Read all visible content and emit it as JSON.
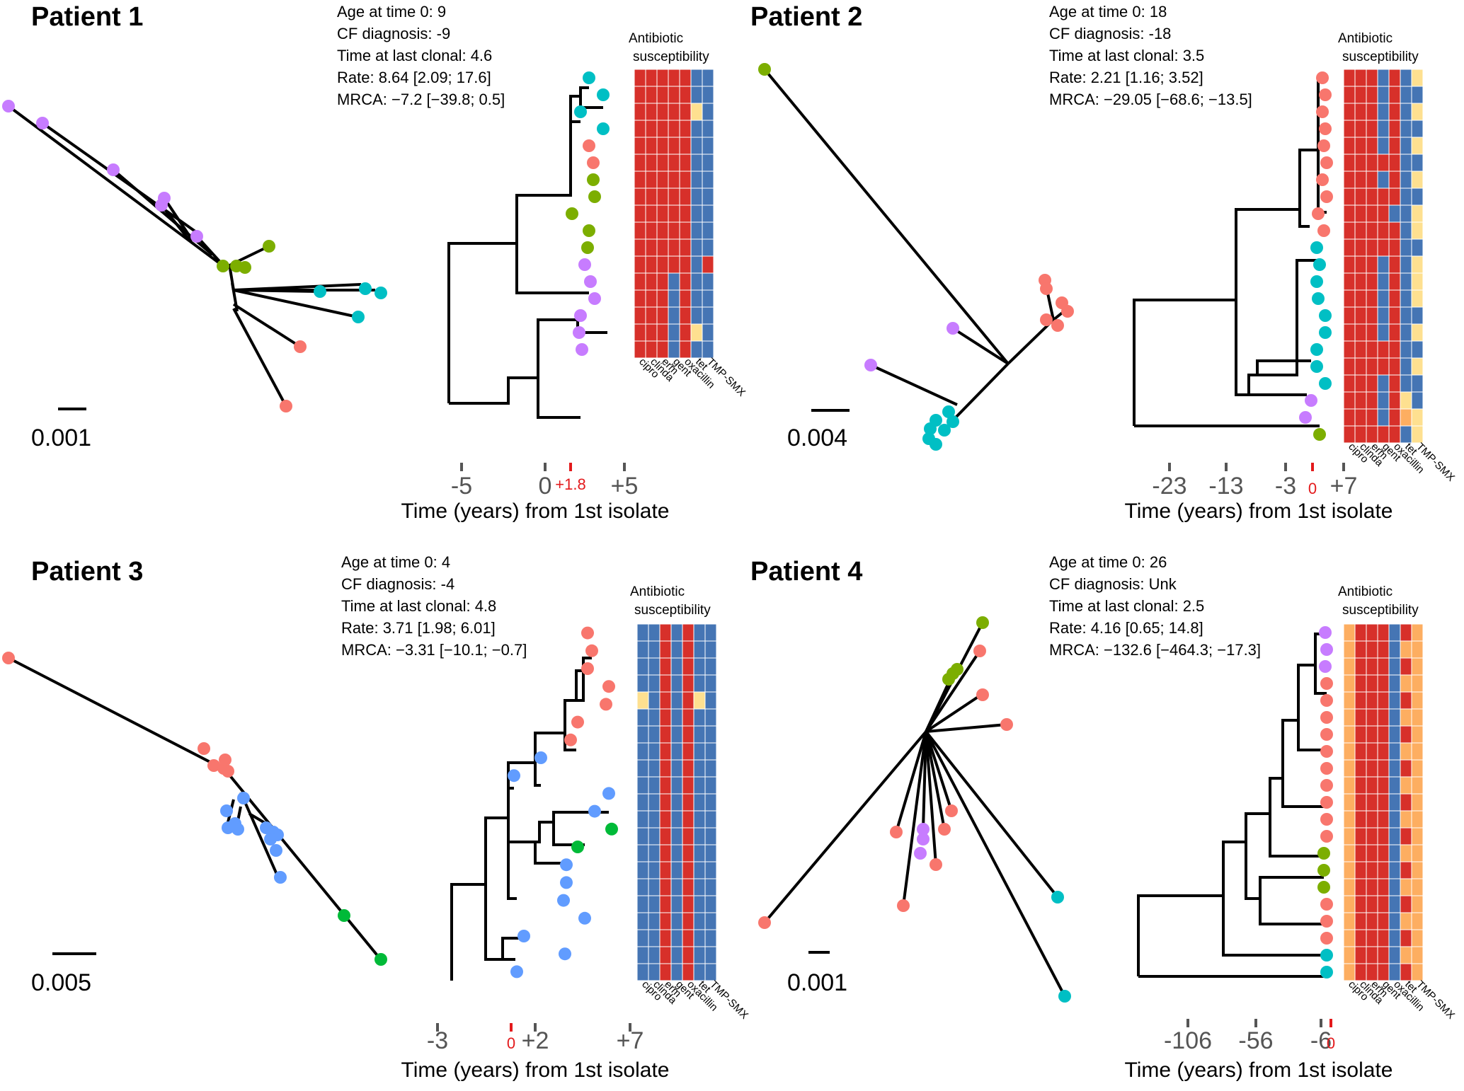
{
  "colors": {
    "purple": "#c77cff",
    "green": "#7cae00",
    "teal": "#00bfc4",
    "salmon": "#f8766d",
    "blue": "#619cff",
    "green2": "#00ba38",
    "heat_red": "#d7302a",
    "heat_blue": "#4575b4",
    "heat_light": "#fee090",
    "heat_orange": "#fdae61",
    "tick_red": "#e31a1c",
    "axis_gray": "#555555"
  },
  "common": {
    "antibiotic_title_line1": "Antibiotic",
    "antibiotic_title_line2": "susceptibility",
    "antibiotics": [
      "cipro",
      "clinda",
      "erm",
      "gent",
      "oxacillin",
      "tet",
      "TMP-SMX"
    ],
    "x_axis_label": "Time (years) from 1st isolate"
  },
  "panels": [
    {
      "title": "Patient 1",
      "info": [
        "Age at time 0: 9",
        "CF diagnosis: -9",
        "Time at last clonal: 4.6",
        "Rate: 8.64 [2.09; 17.6]",
        "MRCA: −7.2 [−39.8; 0.5]"
      ],
      "scale_label": "0.001",
      "ticks": [
        "-5",
        "0",
        "+1.8",
        "+5"
      ],
      "tip_colors": [
        "teal",
        "teal",
        "teal",
        "teal",
        "salmon",
        "salmon",
        "green",
        "green",
        "green",
        "green",
        "green",
        "purple",
        "purple",
        "purple",
        "purple",
        "purple",
        "purple"
      ],
      "heatmap": [
        "RRRRRBB",
        "RRRRRBB",
        "RRRRRLB",
        "RRRRRBB",
        "RRRRRBB",
        "RRRRRBB",
        "RRRRRBB",
        "RRRRRBB",
        "RRRRRBB",
        "RRRRRBB",
        "RRRRRBB",
        "RRRRRBR",
        "RRRBRBB",
        "RRRBRBB",
        "RRRBRBB",
        "RRRBRLB",
        "RRRBRBB"
      ]
    },
    {
      "title": "Patient 2",
      "info": [
        "Age at time 0: 18",
        "CF diagnosis: -18",
        "Time at last clonal: 3.5",
        "Rate: 2.21 [1.16; 3.52]",
        "MRCA: −29.05 [−68.6; −13.5]"
      ],
      "scale_label": "0.004",
      "ticks": [
        "-23",
        "-13",
        "-3",
        "0",
        "+7"
      ],
      "tip_colors": [
        "salmon",
        "salmon",
        "salmon",
        "salmon",
        "salmon",
        "salmon",
        "salmon",
        "salmon",
        "salmon",
        "salmon",
        "teal",
        "teal",
        "teal",
        "teal",
        "teal",
        "teal",
        "teal",
        "teal",
        "teal",
        "purple",
        "purple",
        "green"
      ],
      "heatmap": [
        "RRRBRBL",
        "RRRBRBB",
        "RRRBRBL",
        "RRRBRBB",
        "RRRBRBL",
        "RRRRRBB",
        "RRRBRBL",
        "RRRRRBB",
        "RRRRBBL",
        "RRRRRBL",
        "RRRRRBB",
        "RRRBRBL",
        "RRRBRBL",
        "RRRBRBL",
        "RRRBRBB",
        "RRRBRBL",
        "RRRRRBB",
        "RRRRRBL",
        "RRRBRBB",
        "RRRBRLB",
        "RRRBROL",
        "RRRRRBL"
      ]
    },
    {
      "title": "Patient 3",
      "info": [
        "Age at time 0: 4",
        "CF diagnosis: -4",
        "Time at last clonal: 4.8",
        "Rate: 3.71 [1.98; 6.01]",
        "MRCA: −3.31 [−10.1; −0.7]"
      ],
      "scale_label": "0.005",
      "ticks": [
        "-3",
        "0",
        "+2",
        "+7"
      ],
      "tip_colors": [
        "salmon",
        "salmon",
        "salmon",
        "salmon",
        "salmon",
        "salmon",
        "salmon",
        "blue",
        "blue",
        "blue",
        "blue",
        "green2",
        "green2",
        "blue",
        "blue",
        "blue",
        "blue",
        "blue",
        "blue",
        "blue"
      ],
      "heatmap": [
        "BBRBRBB",
        "BBRBRBB",
        "BBRBRBB",
        "BBRBRBB",
        "LBRBRLB",
        "BBRBRBB",
        "BBRBRBB",
        "BBRBRBB",
        "BBRBRBB",
        "BBRBRBB",
        "BBRBRBB",
        "BBRBRBB",
        "BBRBRBB",
        "BBRBRBB",
        "BBRBRBB",
        "BBRBRBB",
        "BBRBRBB",
        "BBRBRBB",
        "BBRBRBB",
        "BBRBRBB",
        "BBRBRBB"
      ]
    },
    {
      "title": "Patient 4",
      "info": [
        "Age at time 0: 26",
        "CF diagnosis: Unk",
        "Time at last clonal: 2.5",
        "Rate: 4.16 [0.65; 14.8]",
        "MRCA: −132.6 [−464.3; −17.3]"
      ],
      "scale_label": "0.001",
      "ticks": [
        "-106",
        "-56",
        "-6",
        "0"
      ],
      "tip_colors": [
        "purple",
        "purple",
        "purple",
        "salmon",
        "salmon",
        "salmon",
        "salmon",
        "salmon",
        "salmon",
        "salmon",
        "salmon",
        "salmon",
        "salmon",
        "green",
        "green",
        "green",
        "salmon",
        "salmon",
        "salmon",
        "teal",
        "teal"
      ],
      "heatmap": [
        "ORRRBRO",
        "ORRRBOO",
        "ORRRBRO",
        "ORRRBOO",
        "ORRRBRO",
        "ORRRBOO",
        "ORRRBRO",
        "ORRRBOO",
        "ORRRBRO",
        "ORRRBOO",
        "ORRRBRO",
        "ORRRBOO",
        "ORRRBRO",
        "ORRRBOO",
        "ORRRBRO",
        "ORRRBOO",
        "ORRRBRO",
        "ORRRBOO",
        "ORRRBRO",
        "ORRRBOO",
        "ORRRBRO"
      ]
    }
  ]
}
